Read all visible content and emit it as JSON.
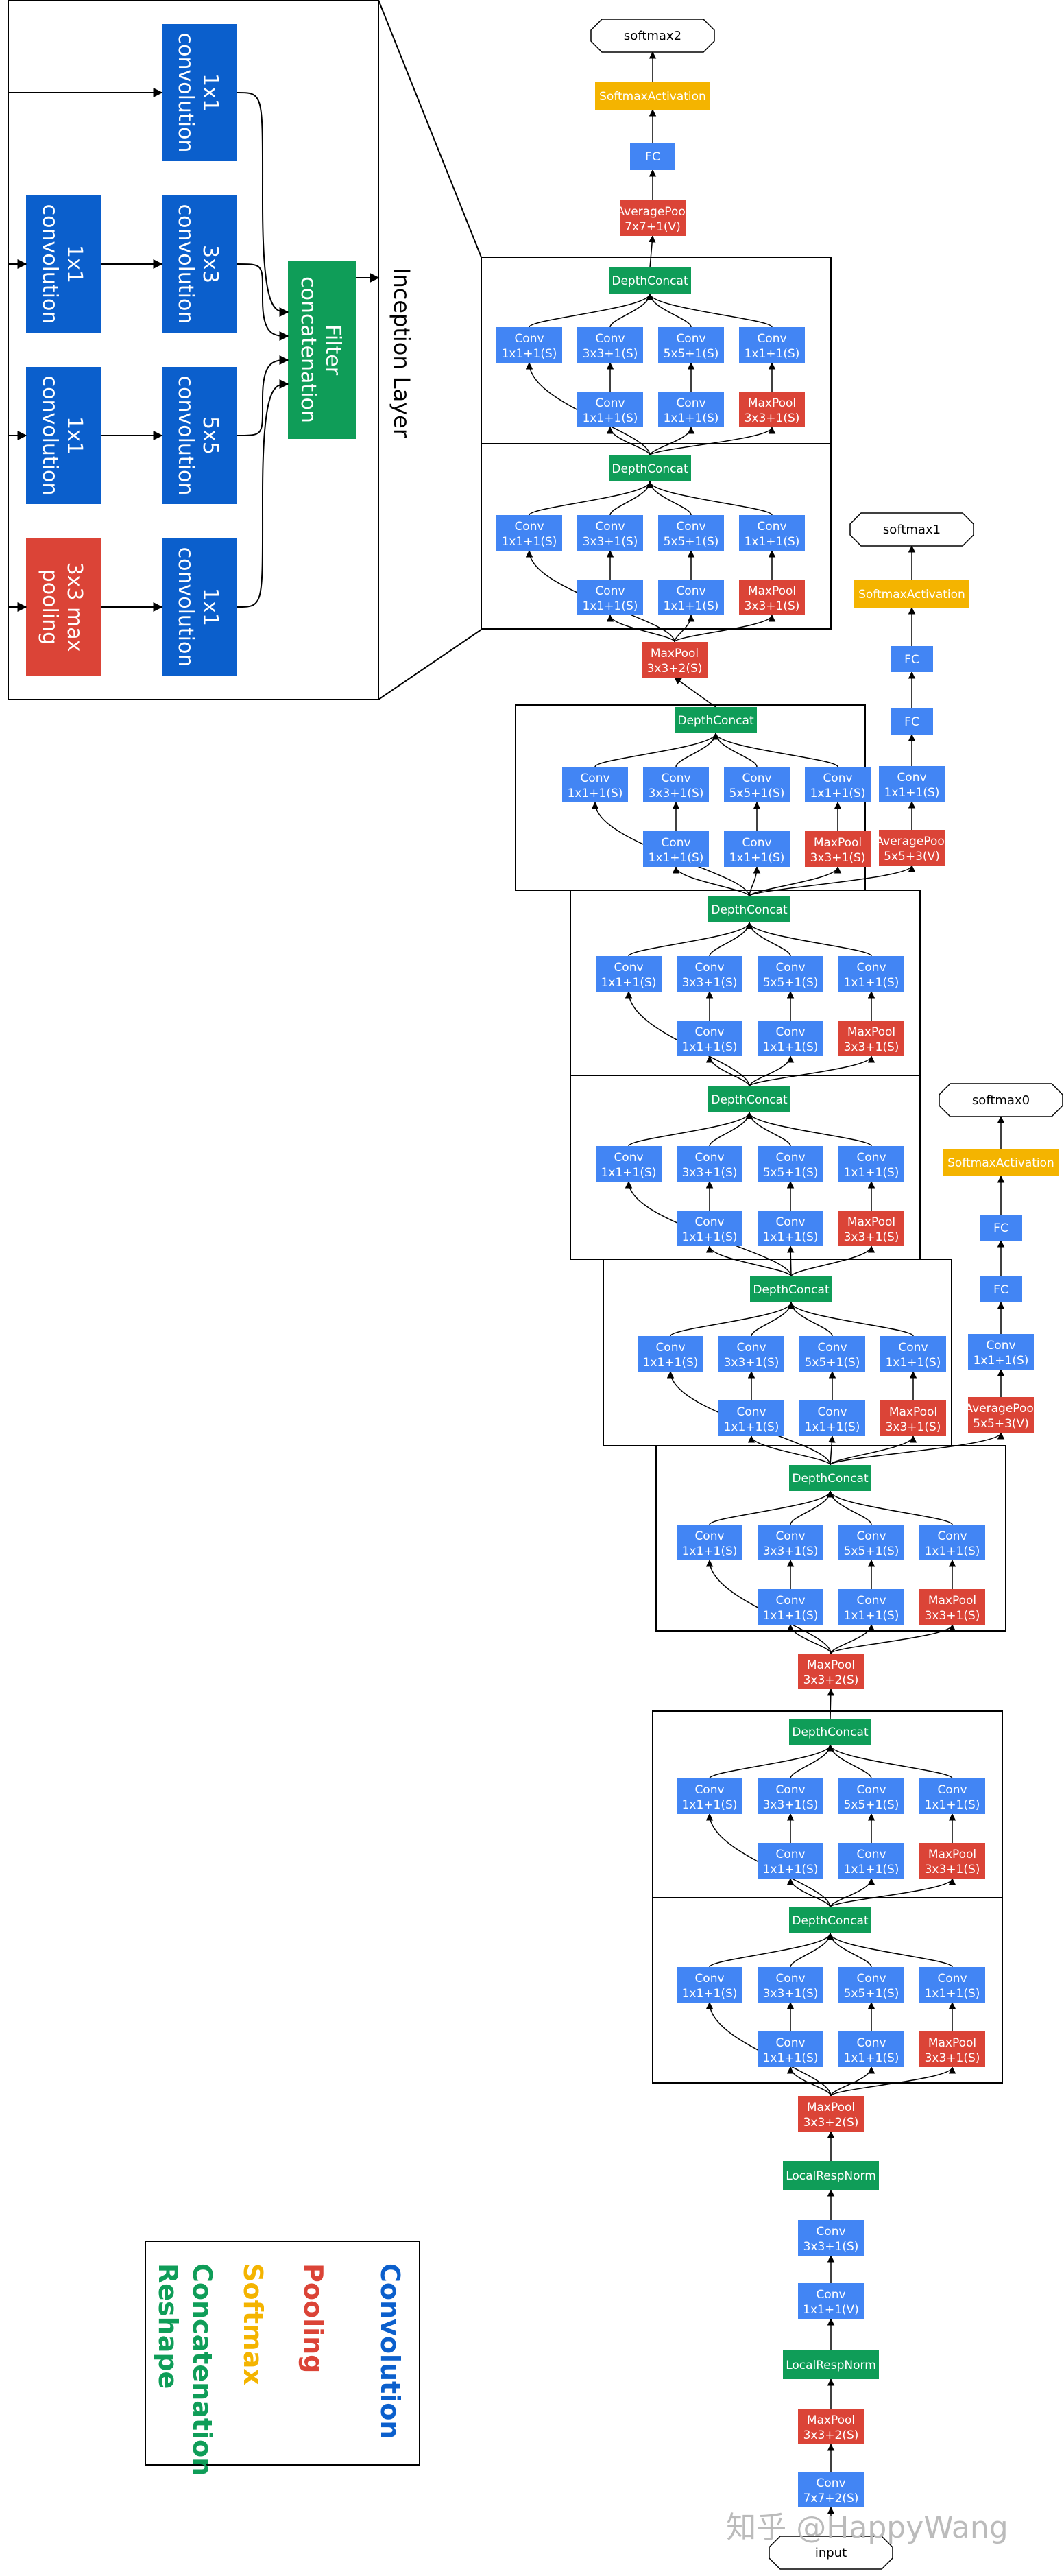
{
  "colors": {
    "conv": "#4285f4",
    "pool": "#db4437",
    "concat": "#0f9d58",
    "softmax": "#f4b400",
    "inc_conv": "#0b5fcc",
    "inc_pool": "#db4437",
    "inc_concat": "#0f9d58"
  },
  "labels": {
    "input": "input",
    "conv": "Conv",
    "maxpool": "MaxPool",
    "avgpool": "AveragePool",
    "depthconcat": "DepthConcat",
    "localrespnorm": "LocalRespNorm",
    "fc": "FC",
    "softmax_activation": "SoftmaxActivation",
    "s1x1": "1x1+1(S)",
    "s3x3": "3x3+1(S)",
    "s5x5": "5x5+1(S)",
    "pool3x3s1": "3x3+1(S)",
    "pool3x3s2": "3x3+2(S)",
    "conv7x7s2": "7x7+2(S)",
    "conv1x1v": "1x1+1(V)",
    "avg5x5v": "5x5+3(V)",
    "avg7x7v": "7x7+1(V)",
    "softmax0": "softmax0",
    "softmax1": "softmax1",
    "softmax2": "softmax2"
  },
  "legend": {
    "items": [
      {
        "label": "Convolution",
        "color": "#0b5fcc"
      },
      {
        "label": "Pooling",
        "color": "#db4437"
      },
      {
        "label": "Softmax",
        "color": "#f4b400"
      },
      {
        "label": "Concatenation",
        "color": "#0f9d58"
      },
      {
        "label": "Reshape",
        "color": "#0f9d58"
      }
    ]
  },
  "inception": {
    "title": "Inception Layer",
    "conv1x1": [
      "1x1",
      "convolution"
    ],
    "conv3x3": [
      "3x3",
      "convolution"
    ],
    "conv5x5": [
      "5x5",
      "convolution"
    ],
    "pool": [
      "3x3 max",
      "pooling"
    ],
    "concat": [
      "Filter",
      "concatenation"
    ]
  },
  "watermark": "知乎 @HappyWang"
}
